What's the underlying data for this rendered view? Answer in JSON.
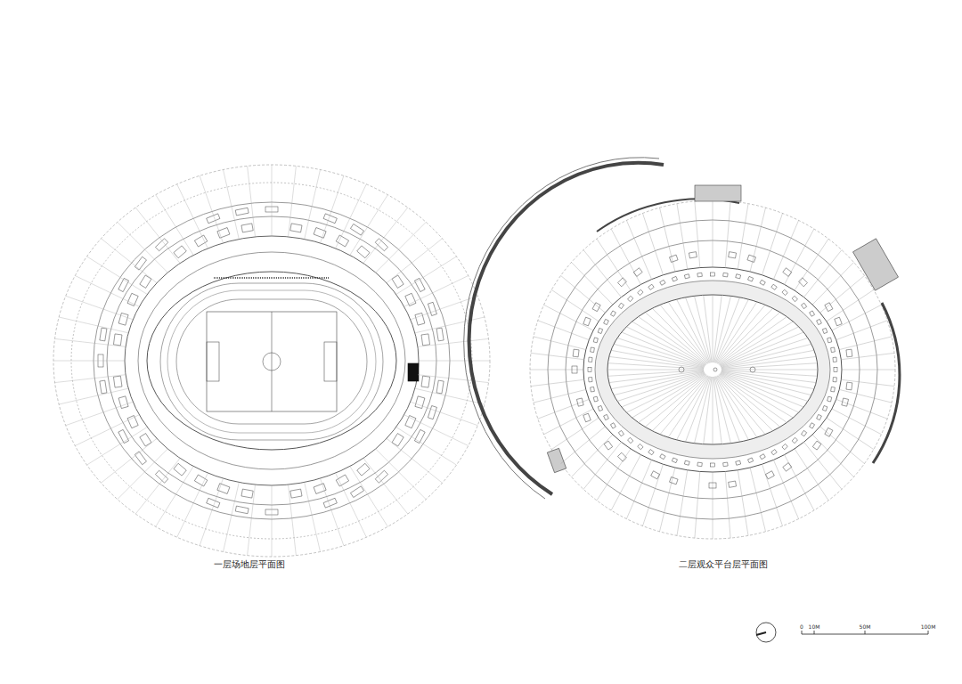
{
  "diagram": {
    "labels": [
      "一层场地层平面图",
      "二层观众平台层平面图",
      "0",
      "10M",
      "50M",
      "100M"
    ]
  }
}
